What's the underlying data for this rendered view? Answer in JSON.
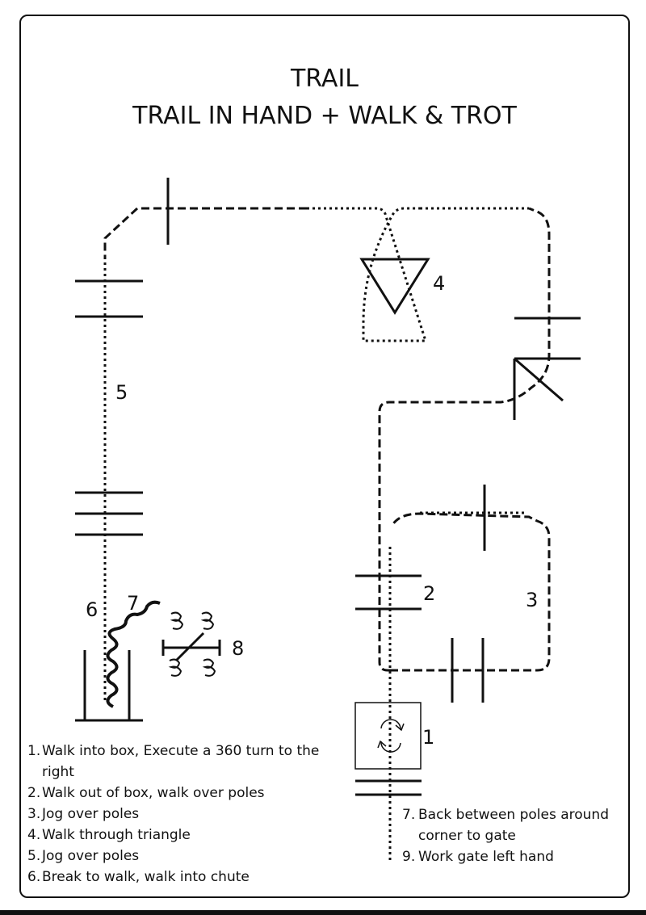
{
  "title": {
    "line1": "TRAIL",
    "line2": "TRAIL IN HAND + WALK & TROT"
  },
  "obstacle_numbers": {
    "n1": "1",
    "n2": "2",
    "n3": "3",
    "n4": "4",
    "n5": "5",
    "n6": "6",
    "n7": "7",
    "n8": "8"
  },
  "instructions_left": [
    {
      "num": "1.",
      "text": "Walk into box, Execute a 360 turn to the right"
    },
    {
      "num": "2.",
      "text": "Walk out of box, walk over poles"
    },
    {
      "num": "3.",
      "text": "Jog over poles"
    },
    {
      "num": "4.",
      "text": "Walk through triangle"
    },
    {
      "num": "5.",
      "text": "Jog over poles"
    },
    {
      "num": "6.",
      "text": "Break to walk, walk into chute"
    }
  ],
  "instructions_right": [
    {
      "num": "7.",
      "text": "Back between poles around corner to gate"
    },
    {
      "num": "9.",
      "text": "Work gate left hand"
    }
  ],
  "legend_icons": {
    "dotted": "walk-path-dotted",
    "dashed": "jog-path-dashed",
    "wavy": "backup-path-wavy",
    "turn": "rotate-360-icon"
  },
  "colors": {
    "ink": "#111111",
    "background": "#ffffff"
  }
}
